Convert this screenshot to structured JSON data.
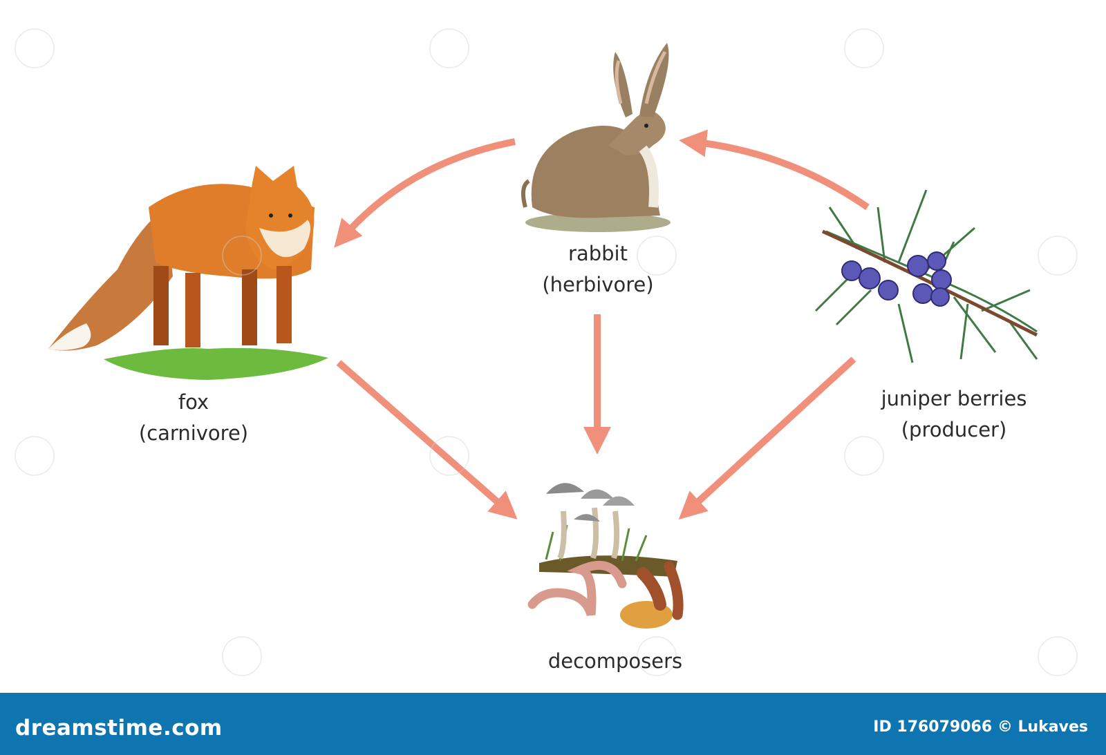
{
  "organisms": {
    "rabbit": {
      "name": "rabbit",
      "role": "(herbivore)",
      "icon": "rabbit-icon"
    },
    "fox": {
      "name": "fox",
      "role": "(carnivore)",
      "icon": "fox-icon"
    },
    "juniper": {
      "name": "juniper berries",
      "role": "(producer)",
      "icon": "juniper-berries-icon"
    },
    "decomposers": {
      "name": "decomposers",
      "icon": "decomposers-icon"
    }
  },
  "arrows": [
    {
      "from": "juniper berries",
      "to": "rabbit"
    },
    {
      "from": "rabbit",
      "to": "fox"
    },
    {
      "from": "rabbit",
      "to": "decomposers"
    },
    {
      "from": "fox",
      "to": "decomposers"
    },
    {
      "from": "juniper berries",
      "to": "decomposers"
    }
  ],
  "colors": {
    "arrow": "#f0907a",
    "footer": "#0f75b0"
  },
  "footer": {
    "brand": "dreamstime.com",
    "stock_id": "ID 176079066 © Lukaves"
  }
}
